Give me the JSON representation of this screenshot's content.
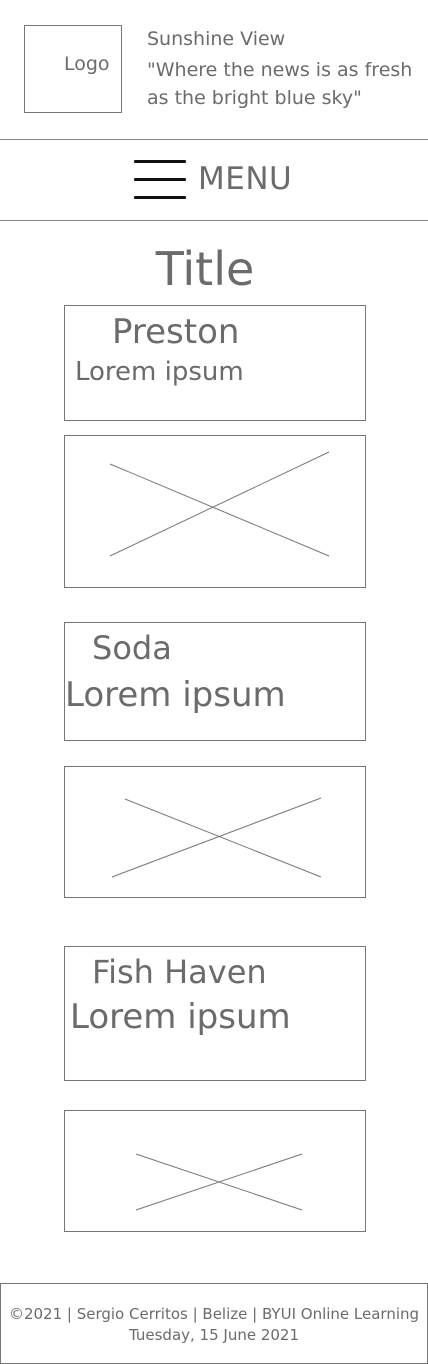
{
  "header": {
    "logo_label": "Logo",
    "site_name": "Sunshine View",
    "tagline": "\"Where the news is as fresh as the bright blue sky\""
  },
  "nav": {
    "menu_label": "MENU",
    "menu_icon": "hamburger-icon"
  },
  "main": {
    "title": "Title",
    "cards": [
      {
        "town": "Preston",
        "text": "Lorem ipsum",
        "image_icon": "image-placeholder-icon"
      },
      {
        "town": "Soda",
        "text": "Lorem ipsum",
        "image_icon": "image-placeholder-icon"
      },
      {
        "town": "Fish Haven",
        "text": "Lorem ipsum",
        "image_icon": "image-placeholder-icon"
      }
    ]
  },
  "footer": {
    "copyright": "©2021 | Sergio Cerritos | Belize | BYUI Online Learning",
    "date": "Tuesday, 15 June 2021"
  },
  "colors": {
    "text": "#6b6b6b",
    "border": "#777777",
    "icon": "#111111",
    "background": "#ffffff"
  }
}
